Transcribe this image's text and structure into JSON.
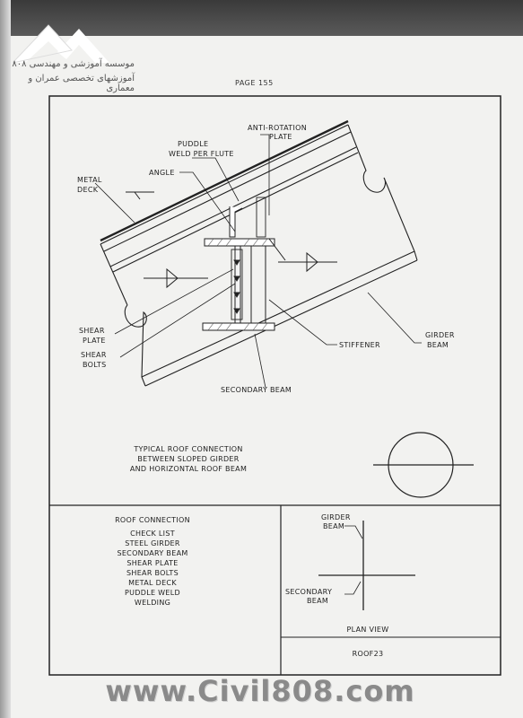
{
  "header": {
    "logo_line1": "موسسه آموزشی و مهندسی ۸۰۸",
    "logo_line2": "آموزشهای تخصصی عمران و معماری",
    "page_label": "PAGE 155"
  },
  "labels": {
    "anti_rotation": "ANTI-ROTATION",
    "plate": "PLATE",
    "puddle": "PUDDLE",
    "weld_per_flute": "WELD PER FLUTE",
    "metal": "METAL",
    "deck": "DECK",
    "angle": "ANGLE",
    "shear": "SHEAR",
    "shear_plate_2": "PLATE",
    "shear_bolts_1": "SHEAR",
    "shear_bolts_2": "BOLTS",
    "stiffener": "STIFFENER",
    "girder": "GIRDER",
    "beam": "BEAM",
    "secondary_beam": "SECONDARY BEAM"
  },
  "caption": {
    "line1": "TYPICAL ROOF CONNECTION",
    "line2": "BETWEEN SLOPED GIRDER",
    "line3": "AND HORIZONTAL ROOF BEAM"
  },
  "checklist": {
    "title": "ROOF CONNECTION",
    "items": [
      "CHECK LIST",
      "STEEL GIRDER",
      "SECONDARY BEAM",
      "SHEAR PLATE",
      "SHEAR BOLTS",
      "METAL DECK",
      "PUDDLE WELD",
      "WELDING"
    ]
  },
  "plan": {
    "girder": "GIRDER",
    "beam": "BEAM",
    "secondary": "SECONDARY",
    "beam2": "BEAM",
    "plan_view": "PLAN VIEW",
    "code": "ROOF23"
  },
  "watermark": "www.Civil808.com"
}
